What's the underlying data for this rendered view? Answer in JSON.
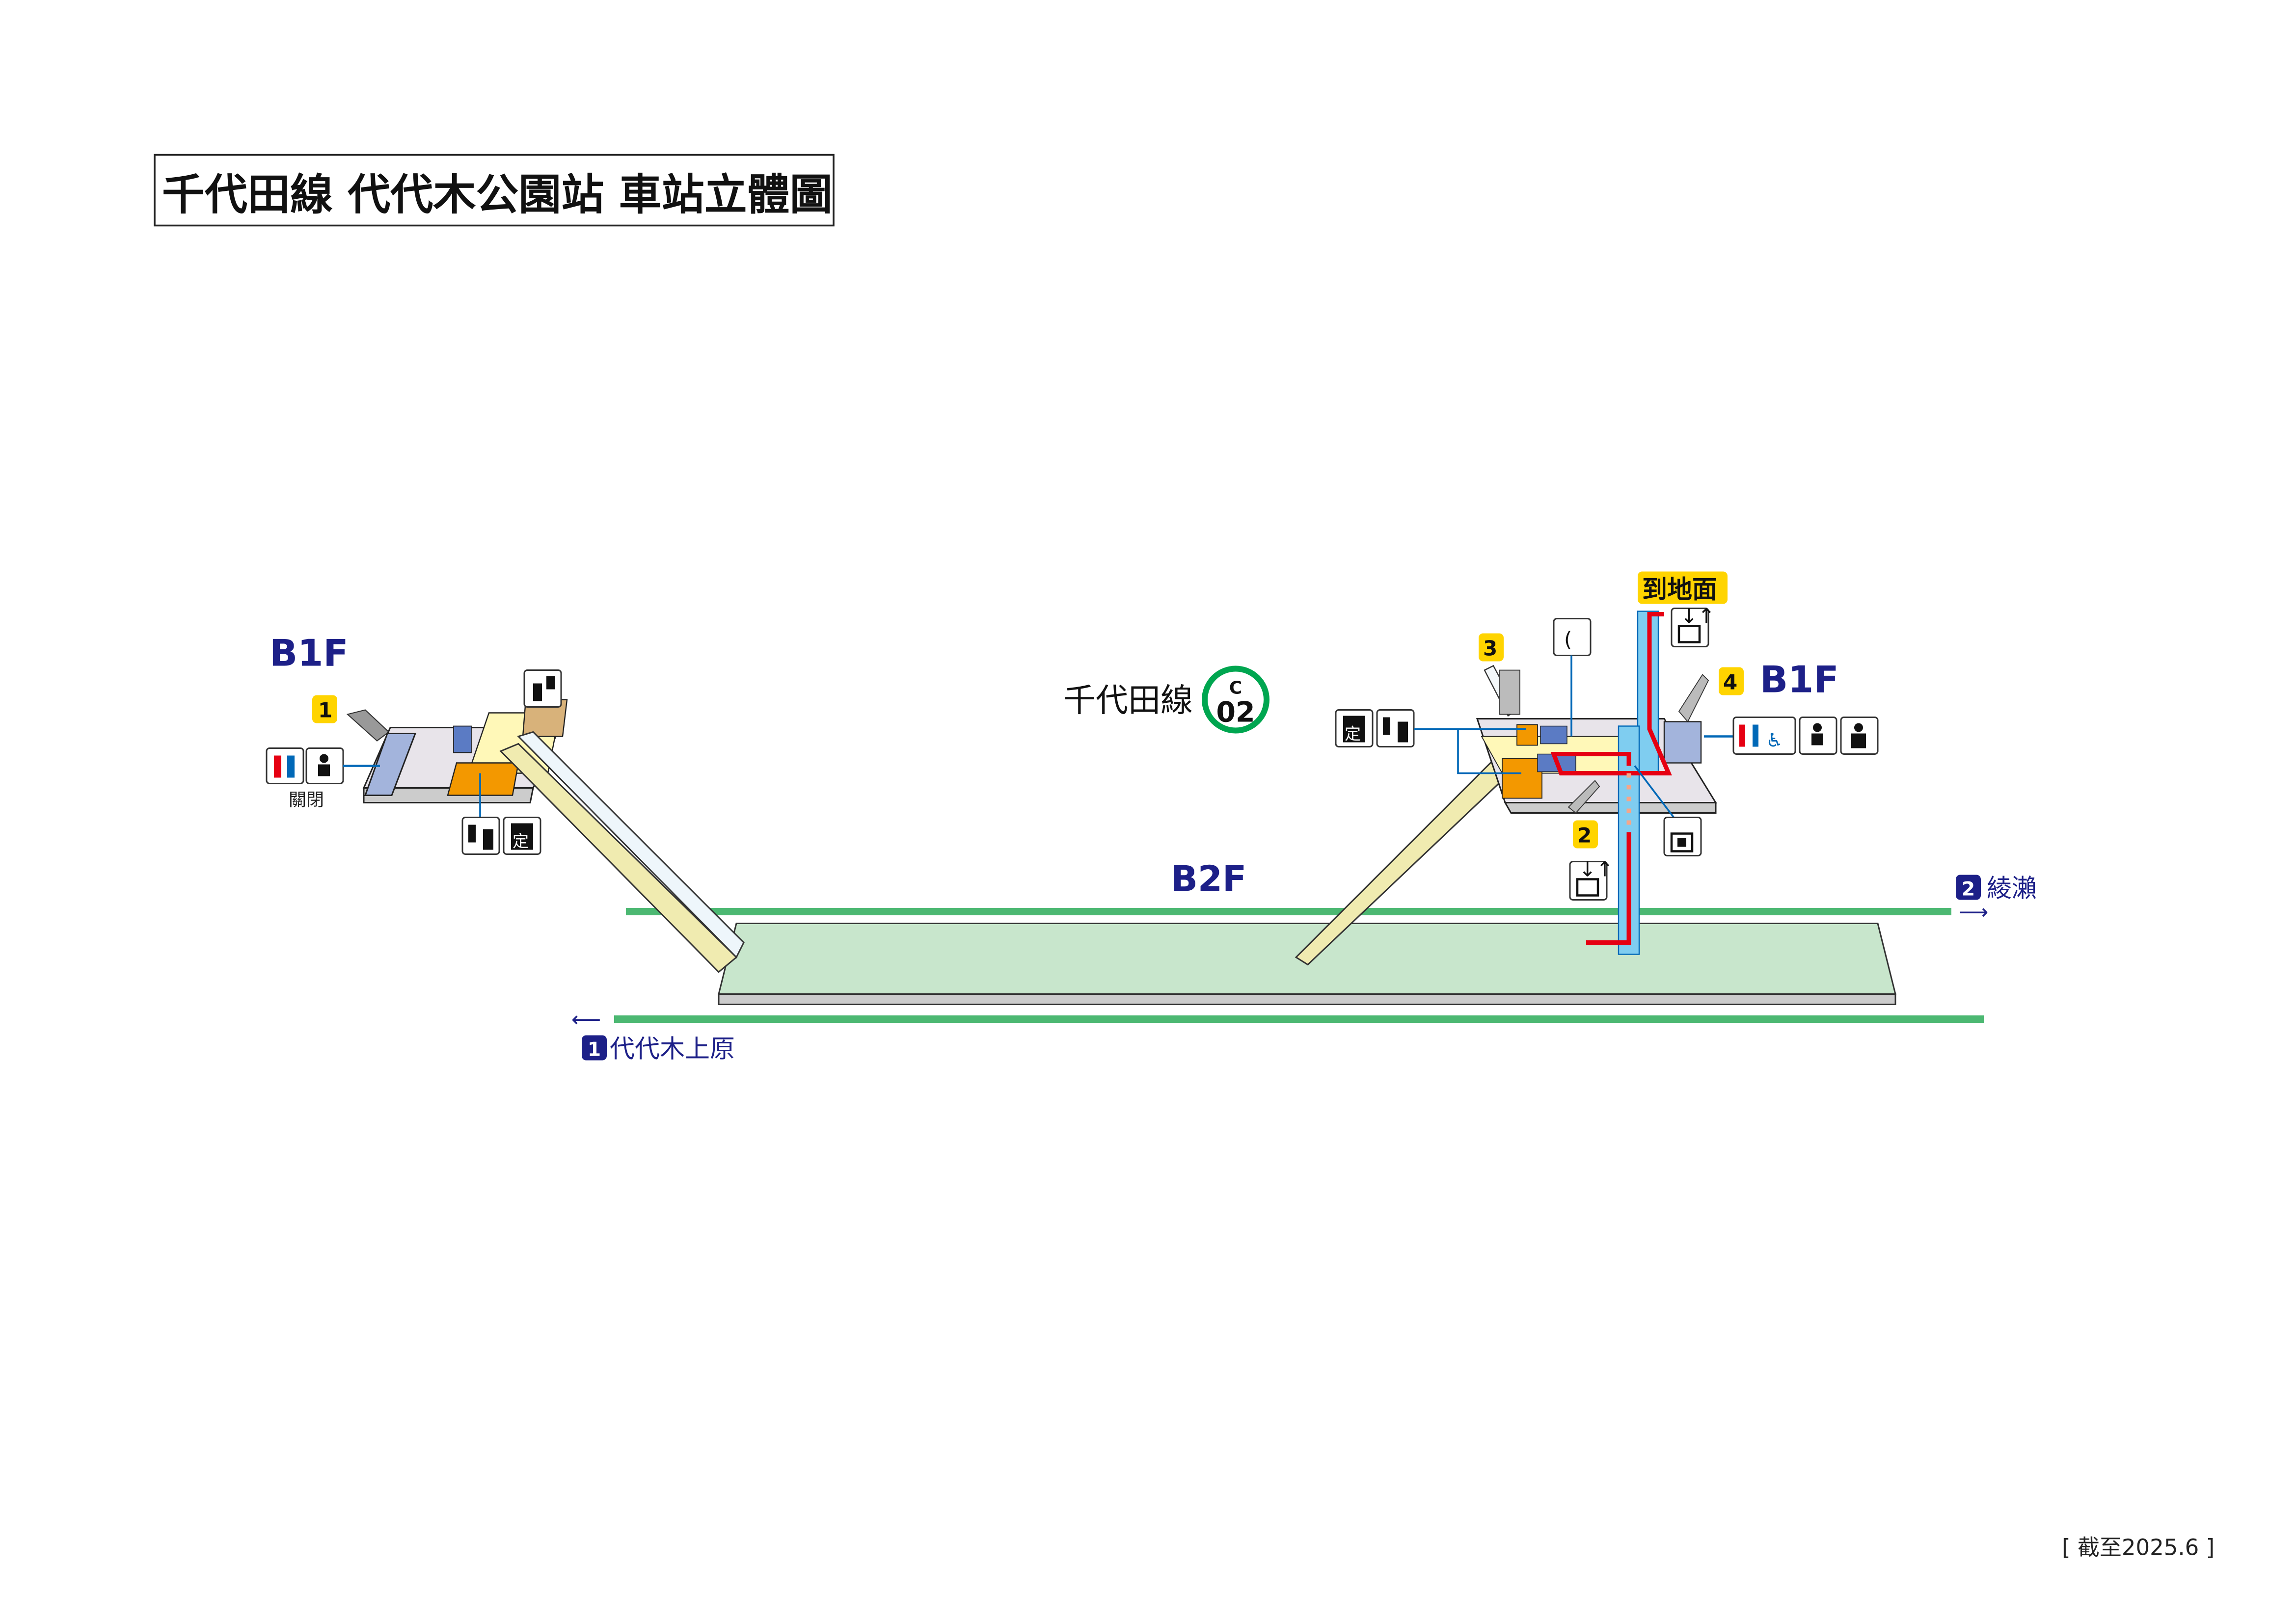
{
  "title": "千代田線 代代木公園站 車站立體圖",
  "floors": {
    "left_b1f": "B1F",
    "right_b1f": "B1F",
    "b2f": "B2F"
  },
  "exits": {
    "exit1": "1",
    "exit2": "2",
    "exit3": "3",
    "exit4": "4"
  },
  "line": {
    "name": "千代田線",
    "code_letter": "C",
    "code_number": "02",
    "color": "#00a650"
  },
  "to_ground": "到地面",
  "closed_label": "關閉",
  "directions": {
    "right": {
      "num": "2",
      "dest": "綾瀨"
    },
    "left": {
      "num": "1",
      "dest": "代代木上原"
    }
  },
  "icons": {
    "commuter_pass_glyph": "定",
    "names": [
      "toilet-icon",
      "baby-care-icon",
      "station-office-icon",
      "ticket-office-icon",
      "commuter-pass-icon",
      "phone-icon",
      "elevator-icon",
      "accessible-toilet-icon",
      "first-aid-icon",
      "coin-locker-icon"
    ]
  },
  "colors": {
    "navy": "#1d2088",
    "track": "#4cb872",
    "platform": "#c8e6cc",
    "route": "#e60012",
    "badge": "#ffd400"
  },
  "footer": "[ 截至2025.6 ]"
}
